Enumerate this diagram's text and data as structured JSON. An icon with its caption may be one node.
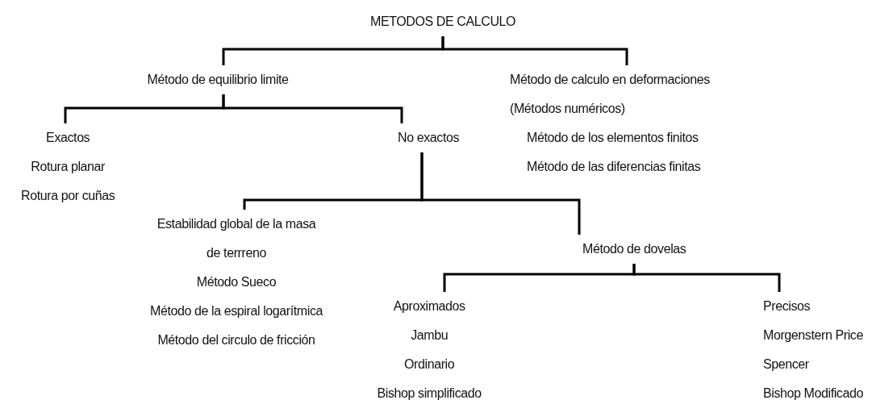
{
  "diagram": {
    "nodes": [
      {
        "text": [
          "METODOS DE CALCULO"
        ]
      },
      {
        "text": [
          "Método de equilibrio limite"
        ]
      },
      {
        "text": [
          "Método de calculo en deformaciones (Métodos numéricos)",
          "Método de los elementos finitos",
          "Método de las diferencias finitas"
        ]
      },
      {
        "text": [
          "Exactos",
          "Rotura planar",
          "Rotura por cuñas"
        ]
      },
      {
        "text": [
          "No exactos"
        ]
      },
      {
        "text": [
          "Estabilidad global de la masa de terrreno",
          "Método Sueco",
          "Método de la espiral logarítmica",
          "Método del circulo de fricción"
        ]
      },
      {
        "text": [
          "Método de dovelas"
        ]
      },
      {
        "text": [
          "Aproximados",
          "Jambu",
          "Ordinario",
          "Bishop simplificado"
        ]
      },
      {
        "text": [
          "Precisos",
          "Morgenstern  Price",
          "Spencer",
          "Bishop Modificado"
        ]
      }
    ],
    "edges": [
      {
        "from": 0,
        "to": 1,
        "arrow": "none"
      },
      {
        "from": 0,
        "to": 2,
        "arrow": "none"
      },
      {
        "from": 1,
        "to": 3,
        "arrow": "none"
      },
      {
        "from": 1,
        "to": 4,
        "arrow": "none"
      },
      {
        "from": 4,
        "to": 5,
        "arrow": "none"
      },
      {
        "from": 4,
        "to": 6,
        "arrow": "none"
      },
      {
        "from": 6,
        "to": 7,
        "arrow": "none"
      },
      {
        "from": 6,
        "to": 8,
        "arrow": "none"
      }
    ]
  }
}
